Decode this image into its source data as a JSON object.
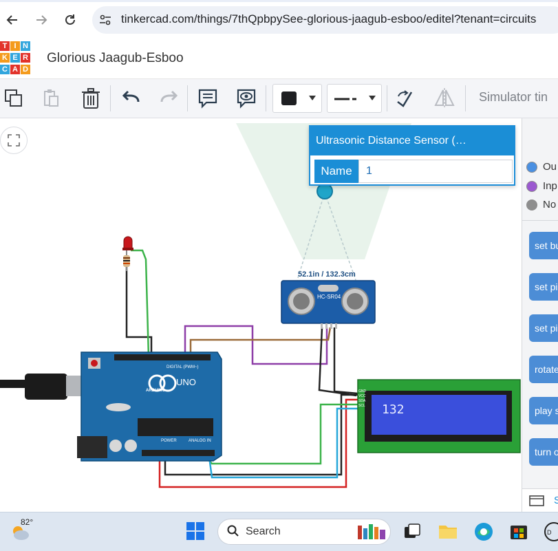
{
  "browser": {
    "url": "tinkercad.com/things/7thQpbpySee-glorious-jaagub-esboo/editel?tenant=circuits"
  },
  "app": {
    "logo_letters": [
      "T",
      "I",
      "N",
      "K",
      "E",
      "R",
      "C",
      "A",
      "D"
    ],
    "design_title": "Glorious Jaagub-Esboo"
  },
  "toolbar": {
    "simulator_label": "Simulator tin"
  },
  "popup": {
    "title": "Ultrasonic Distance Sensor (…",
    "name_label": "Name",
    "name_value": "1"
  },
  "canvas": {
    "sensor_readout": "52.1in / 132.3cm",
    "sensor_chip_label": "HC-SR04",
    "lcd_text": "132",
    "arduino_brand": "ARDUINO",
    "arduino_model": "UNO",
    "digital_label": "DIGITAL (PWM~)",
    "power_label": "POWER",
    "analog_label": "ANALOG IN",
    "lcd_pins": [
      "GND",
      "VCC",
      "SDA",
      "SCL"
    ]
  },
  "right_panel": {
    "legend": [
      {
        "label": "Ou",
        "color": "#4a90e2"
      },
      {
        "label": "Inp",
        "color": "#9b59d0"
      },
      {
        "label": "No",
        "color": "#8e8e8e"
      }
    ],
    "blocks": [
      "set bu",
      "set pi",
      "set pi",
      "rotate",
      "play s",
      "turn o"
    ],
    "footer_label": "S"
  },
  "taskbar": {
    "weather_temp": "82°",
    "search_label": "Search"
  }
}
